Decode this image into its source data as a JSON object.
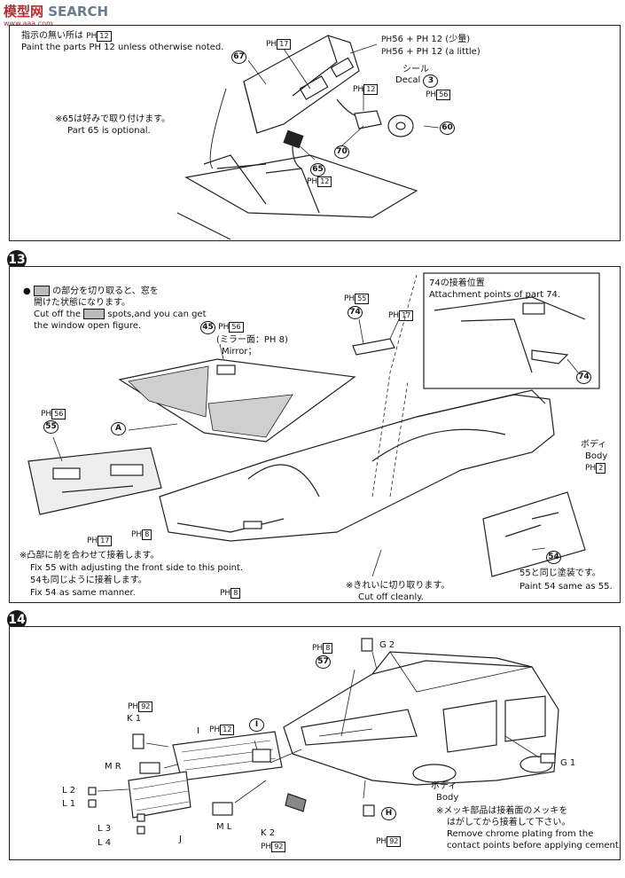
{
  "watermark": {
    "brand_a": "模型网",
    "brand_b": "SEARCH",
    "url": "www.aaa.com"
  },
  "step12": {
    "note_ja": "指示の無い所は",
    "note_ja_ph": "12",
    "note_en": "Paint the parts PH 12 unless otherwise noted.",
    "optional_ja": "※65は好みで取り付けます。",
    "optional_en": "Part 65 is optional.",
    "paint_top_a": "56 + PH 12 (少量)",
    "paint_top_b": "56 + PH 12 (a little)",
    "decal_ja": "シール",
    "decal_en": "Decal",
    "decal_no": "3",
    "parts": {
      "p67": "67",
      "p65": "65",
      "p70": "70",
      "p60": "60",
      "ph17": "17",
      "ph12a": "12",
      "ph56": "56",
      "ph12b": "12"
    }
  },
  "step13": {
    "num": "13",
    "cut_ja1": "の部分を切り取ると、窓を",
    "cut_ja2": "開けた状態になります。",
    "cut_en1": "Cut off the",
    "cut_en1b": "spots,and you can get",
    "cut_en2": "the window open figure.",
    "attach_ja": "74の接着位置",
    "attach_en": "Attachment points of part 74.",
    "mirror_ja": "(ミラー面：PH 8)",
    "mirror_en": "Mirror；",
    "body_ja": "ボディ",
    "body_en": "Body",
    "fix_ja": "※凸部に前を合わせて接着します。",
    "fix_en": "Fix 55 with adjusting the front side to this point.",
    "same_ja": "54も同じように接着します。",
    "same_en": "Fix 54 as same manner.",
    "cutclean_ja": "※きれいに切り取ります。",
    "cutclean_en": "Cut off cleanly.",
    "paint_ja": "55と同じ塗装です。",
    "paint_en": "Paint 54 same as 55.",
    "parts": {
      "p74": "74",
      "p45": "45",
      "p55": "55",
      "p54": "54",
      "A": "A",
      "ph55": "55",
      "ph17": "17",
      "ph56a": "56",
      "ph56b": "56",
      "ph2": "2",
      "ph8a": "8",
      "ph8b": "8",
      "ph17b": "17"
    }
  },
  "step14": {
    "num": "14",
    "body_ja": "ボディ",
    "body_en": "Body",
    "chrome_ja1": "※メッキ部品は接着面のメッキを",
    "chrome_ja2": "はがしてから接着して下さい。",
    "chrome_en1": "Remove chrome plating from the",
    "chrome_en2": "contact points before applying cement.",
    "parts": {
      "G2": "G 2",
      "G1": "G 1",
      "p57": "57",
      "K1": "K 1",
      "K2": "K 2",
      "MR": "M R",
      "ML": "M L",
      "L2": "L 2",
      "L1": "L 1",
      "L3": "L 3",
      "L4": "L 4",
      "I": "I",
      "I2": "I",
      "J": "J",
      "H": "H",
      "ph8": "8",
      "ph92a": "92",
      "ph92b": "92",
      "ph92c": "92",
      "ph12": "12"
    }
  }
}
